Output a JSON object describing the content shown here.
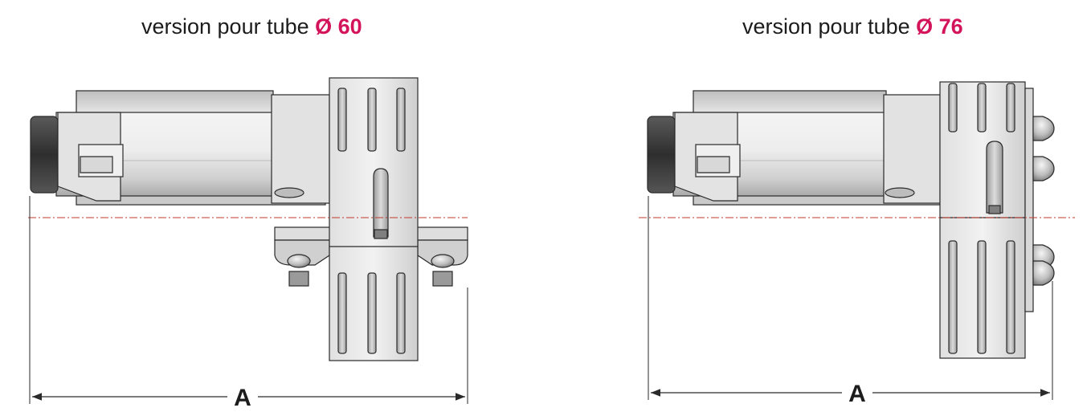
{
  "titles": [
    {
      "prefix": "version pour tube",
      "highlight": "Ø 60"
    },
    {
      "prefix": "version pour tube",
      "highlight": "Ø 76"
    }
  ],
  "dimensions": [
    {
      "label": "A"
    },
    {
      "label": "A"
    }
  ],
  "colors": {
    "highlight": "#d4145a",
    "axis_line": "#c0392b",
    "outline": "#2a2a2a",
    "metal_light": "#e6e6e6",
    "metal_mid": "#c9c9c9",
    "metal_dark": "#8f8f8f",
    "cap_dark": "#3c3c3c"
  }
}
